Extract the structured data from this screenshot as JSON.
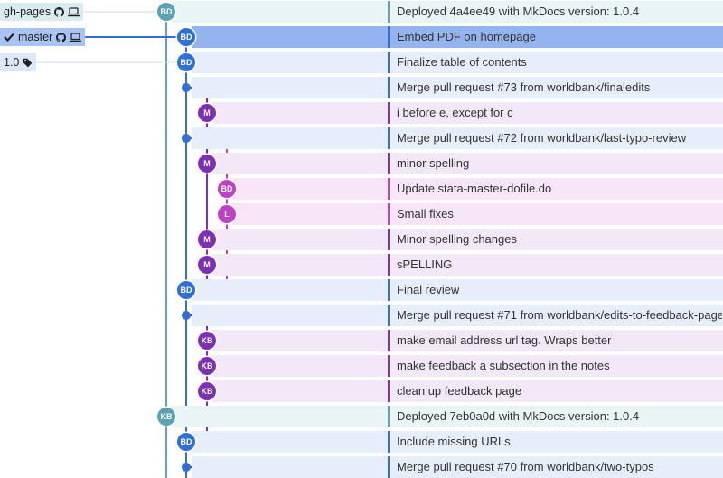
{
  "refs": [
    {
      "label": "gh-pages",
      "icons": [
        "github-icon",
        "laptop-icon"
      ],
      "check": false,
      "row": 0,
      "color": "#5aa3b4",
      "bg": "#d9ecf1"
    },
    {
      "label": "master",
      "icons": [
        "github-icon",
        "laptop-icon"
      ],
      "check": true,
      "row": 1,
      "color": "#2f6fd6",
      "bg": "#a9c4f2"
    },
    {
      "label": "1.0",
      "icons": [
        "tag-icon"
      ],
      "check": false,
      "row": 2,
      "color": "#2f6fd6",
      "bg": "#dde8fb"
    }
  ],
  "colors": {
    "teal": "#5aa3b4",
    "blue": "#2f6fd6",
    "purple": "#7e2fb5",
    "magenta": "#c13fc6",
    "teal_bg": "#e9f4f6",
    "blue_bg": "#e7eefb",
    "purple_bg": "#f2e8f8",
    "magenta_bg": "#f8e6f8",
    "selected_bg": "#93b4ee"
  },
  "commits": [
    {
      "message": "Deployed 4a4ee49 with MkDocs version: 1.0.4",
      "author": "BD",
      "lane": "teal",
      "node": "avatar"
    },
    {
      "message": "Embed PDF on homepage",
      "author": "BD",
      "lane": "blue",
      "node": "avatar",
      "selected": true
    },
    {
      "message": "Finalize table of contents",
      "author": "BD",
      "lane": "blue",
      "node": "avatar"
    },
    {
      "message": "Merge pull request #73 from worldbank/finaledits",
      "author": "",
      "lane": "blue",
      "node": "dot"
    },
    {
      "message": "i before e, except for c",
      "author": "M",
      "lane": "purple",
      "node": "avatar"
    },
    {
      "message": "Merge pull request #72 from worldbank/last-typo-review",
      "author": "",
      "lane": "blue",
      "node": "dot"
    },
    {
      "message": "minor spelling",
      "author": "M",
      "lane": "purple",
      "node": "avatar"
    },
    {
      "message": "Update stata-master-dofile.do",
      "author": "BD",
      "lane": "magenta",
      "node": "avatar"
    },
    {
      "message": "Small fixes",
      "author": "L",
      "lane": "magenta",
      "node": "avatar"
    },
    {
      "message": "Minor spelling changes",
      "author": "M",
      "lane": "purple",
      "node": "avatar"
    },
    {
      "message": "sPELLING",
      "author": "M",
      "lane": "purple",
      "node": "avatar"
    },
    {
      "message": "Final review",
      "author": "BD",
      "lane": "blue",
      "node": "avatar"
    },
    {
      "message": "Merge pull request #71 from worldbank/edits-to-feedback-page",
      "author": "",
      "lane": "blue",
      "node": "dot"
    },
    {
      "message": "make email address url tag. Wraps better",
      "author": "KB",
      "lane": "purple",
      "node": "avatar"
    },
    {
      "message": "make feedback a subsection in the notes",
      "author": "KB",
      "lane": "purple",
      "node": "avatar"
    },
    {
      "message": "clean up feedback page",
      "author": "KB",
      "lane": "purple",
      "node": "avatar"
    },
    {
      "message": "Deployed 7eb0a0d with MkDocs version: 1.0.4",
      "author": "KB",
      "lane": "teal",
      "node": "avatar"
    },
    {
      "message": "Include missing URLs",
      "author": "BD",
      "lane": "blue",
      "node": "avatar"
    },
    {
      "message": "Merge pull request #70 from worldbank/two-typos",
      "author": "",
      "lane": "blue",
      "node": "dot"
    }
  ]
}
